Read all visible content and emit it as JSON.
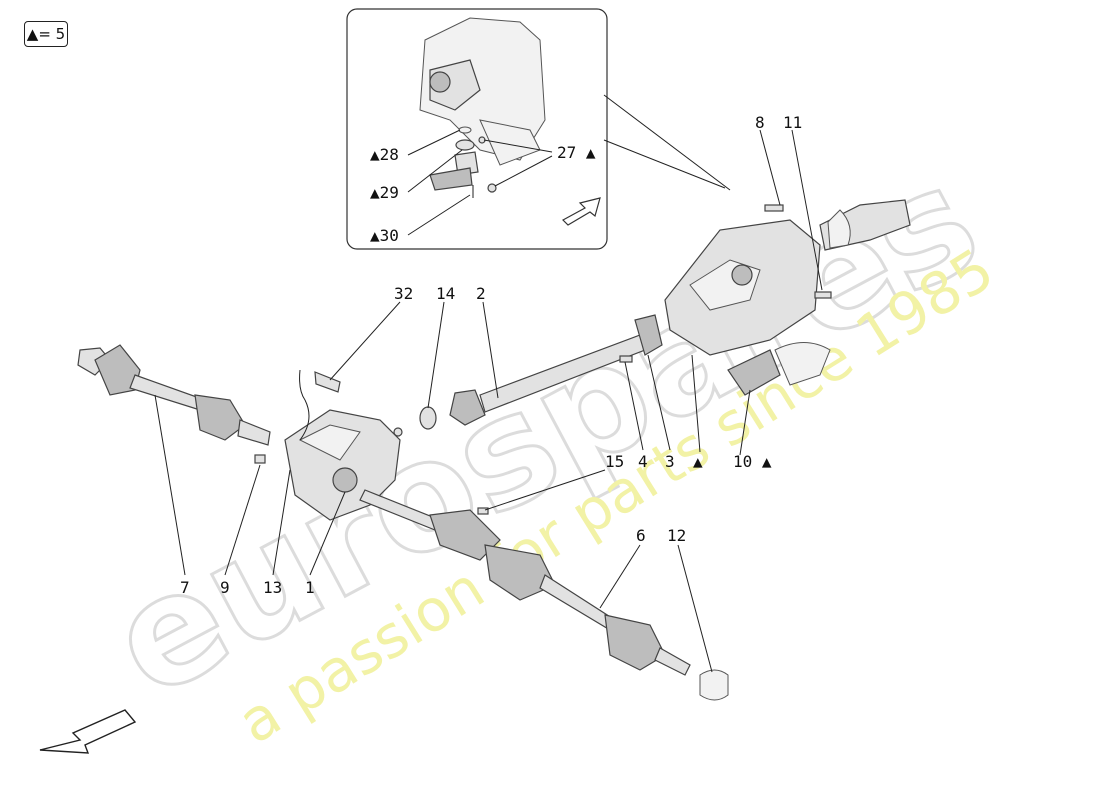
{
  "legend": {
    "text": "▲= 5"
  },
  "watermark": {
    "brand": "eurospares",
    "tagline": "a passion for parts since 1985",
    "color_brand": "#d9d9d9",
    "color_tagline": "#f3f3a8"
  },
  "callouts": {
    "c32": "32",
    "c14": "14",
    "c2": "2",
    "c8": "8",
    "c11": "11",
    "c15": "15",
    "c4": "4",
    "c3": "3",
    "c_tri": "▲",
    "c10": "10 ▲",
    "c7": "7",
    "c9": "9",
    "c13": "13",
    "c1": "1",
    "c6": "6",
    "c12": "12"
  },
  "inset": {
    "c28": "▲28",
    "c29": "▲29",
    "c30": "▲30",
    "c27": "27 ▲"
  },
  "icons": {
    "direction": "arrow-icon"
  }
}
